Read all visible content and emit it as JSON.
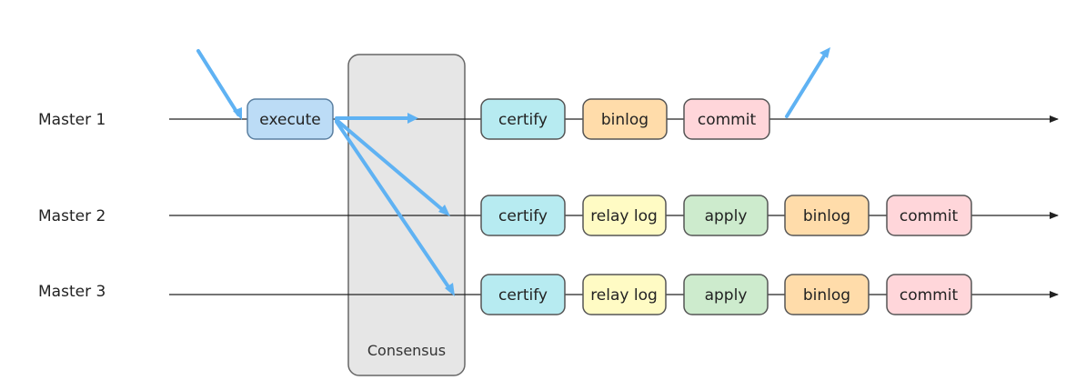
{
  "rows": [
    {
      "label": "Master 1",
      "steps": [
        "execute",
        "certify",
        "binlog",
        "commit"
      ]
    },
    {
      "label": "Master 2",
      "steps": [
        "certify",
        "relay log",
        "apply",
        "binlog",
        "commit"
      ]
    },
    {
      "label": "Master 3",
      "steps": [
        "certify",
        "relay log",
        "apply",
        "binlog",
        "commit"
      ]
    }
  ],
  "consensus_label": "Consensus",
  "colors": {
    "execute": "#bcdcf6",
    "execute_border": "#5a7fa0",
    "certify": "#b7ebf1",
    "relay_log": "#fffbc4",
    "apply": "#cdebcd",
    "binlog": "#ffdcaa",
    "commit": "#ffd6da",
    "box_border": "#555555",
    "consensus_fill": "#e6e6e6",
    "consensus_border": "#666666",
    "flow_arrow": "#5fb2f3",
    "timeline": "#222222"
  }
}
